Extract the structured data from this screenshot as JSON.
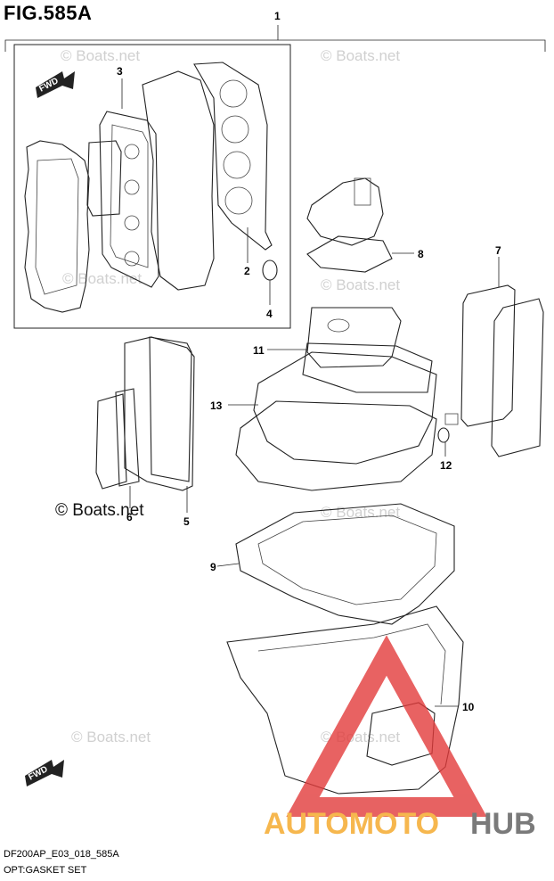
{
  "figure": {
    "title": "FIG.585A"
  },
  "footer": {
    "code": "DF200AP_E03_018_585A",
    "title": "OPT:GASKET SET"
  },
  "callouts": [
    "1",
    "2",
    "3",
    "4",
    "5",
    "6",
    "7",
    "8",
    "9",
    "10",
    "11",
    "12",
    "13"
  ],
  "direction_labels": {
    "fwd_top": "FWD",
    "fwd_bottom": "FWD"
  },
  "watermarks": {
    "boats": "© Boats.net",
    "boats_large": "© Boats.net"
  },
  "logo": {
    "part1": "AUTOMOTO",
    "part2": "HUB",
    "color1": "#f5a623",
    "color2": "#5a5a5a",
    "triangle": "#e23b3b"
  }
}
